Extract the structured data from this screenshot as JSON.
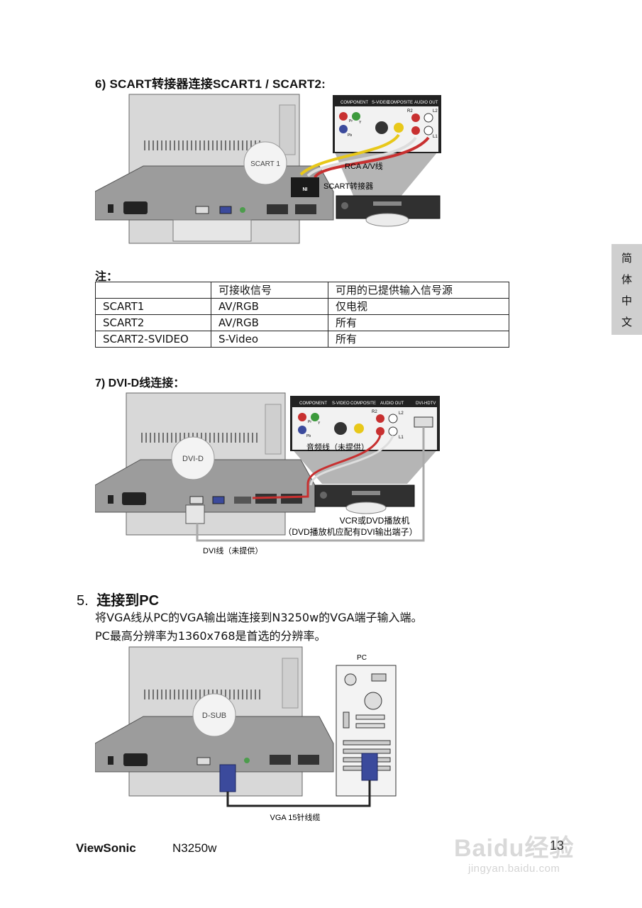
{
  "section6": {
    "title": "6) SCART转接器连接SCART1 / SCART2:",
    "scart_label": "SCART 1",
    "rca_label": "RCA A/V线",
    "adapter_label": "SCART转接器",
    "adapter_badge": "NI"
  },
  "panel_labels": {
    "component": "COMPONENT",
    "svideo": "S-VIDEO",
    "composite": "COMPOSITE",
    "audio_out": "AUDIO OUT",
    "dvi_hdtv": "DVI-HDTV",
    "r2": "R2",
    "l2": "L2",
    "l1": "L1",
    "pr": "Pr",
    "y": "Y",
    "pb": "Pb"
  },
  "note": {
    "title": "注：",
    "table": {
      "headers": [
        "",
        "可接收信号",
        "可用的已提供输入信号源"
      ],
      "rows": [
        [
          "SCART1",
          "AV/RGB",
          "仅电视"
        ],
        [
          "SCART2",
          "AV/RGB",
          "所有"
        ],
        [
          "SCART2-SVIDEO",
          "S-Video",
          "所有"
        ]
      ]
    }
  },
  "section7": {
    "title": "7) DVI-D线连接：",
    "dvi_label": "DVI-D",
    "audio_cable": "音频线（未提供）",
    "vcr_label": "VCR或DVD播放机",
    "vcr_note": "（DVD播放机应配有DVI输出端子）",
    "dvi_cable": "DVI线（未提供）"
  },
  "section5": {
    "number": "5.",
    "title": "连接到PC",
    "line1": "将VGA线从PC的VGA输出端连接到N3250w的VGA端子输入端。",
    "line2": "PC最高分辨率为1360x768是首选的分辨率。",
    "dsub_label": "D-SUB",
    "pc_label": "PC",
    "vga_cable": "VGA 15针线缆"
  },
  "side_tab": [
    "简",
    "体",
    "中",
    "文"
  ],
  "footer": {
    "brand": "ViewSonic",
    "model": "N3250w",
    "page": "13"
  },
  "watermark": {
    "logo": "Baidu经验",
    "url": "jingyan.baidu.com"
  }
}
